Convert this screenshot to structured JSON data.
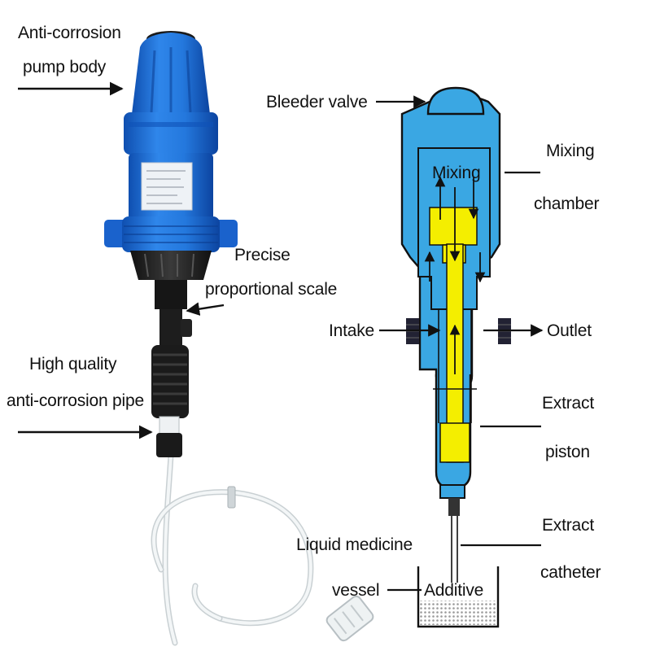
{
  "left_labels": {
    "pump_body_line1": "Anti-corrosion",
    "pump_body_line2": "pump body",
    "scale_line1": "Precise",
    "scale_line2": "proportional scale",
    "pipe_line1": "High quality",
    "pipe_line2": "anti-corrosion pipe"
  },
  "right_labels": {
    "bleeder_valve": "Bleeder valve",
    "mixing_chamber_line1": "Mixing",
    "mixing_chamber_line2": "chamber",
    "intake": "Intake",
    "outlet": "Outlet",
    "extract_piston_line1": "Extract",
    "extract_piston_line2": "piston",
    "extract_catheter_line1": "Extract",
    "extract_catheter_line2": "catheter",
    "vessel_line1": "Liquid medicine",
    "vessel_line2": "vessel"
  },
  "inner_labels": {
    "mixing": "Mixing",
    "additive": "Additive"
  },
  "colors": {
    "pump_blue": "#1e6fd6",
    "diagram_blue": "#38a4e0",
    "piston_yellow": "#f4f000",
    "hose": "#e9eef0",
    "fitting_dark": "#1b1b1b"
  }
}
